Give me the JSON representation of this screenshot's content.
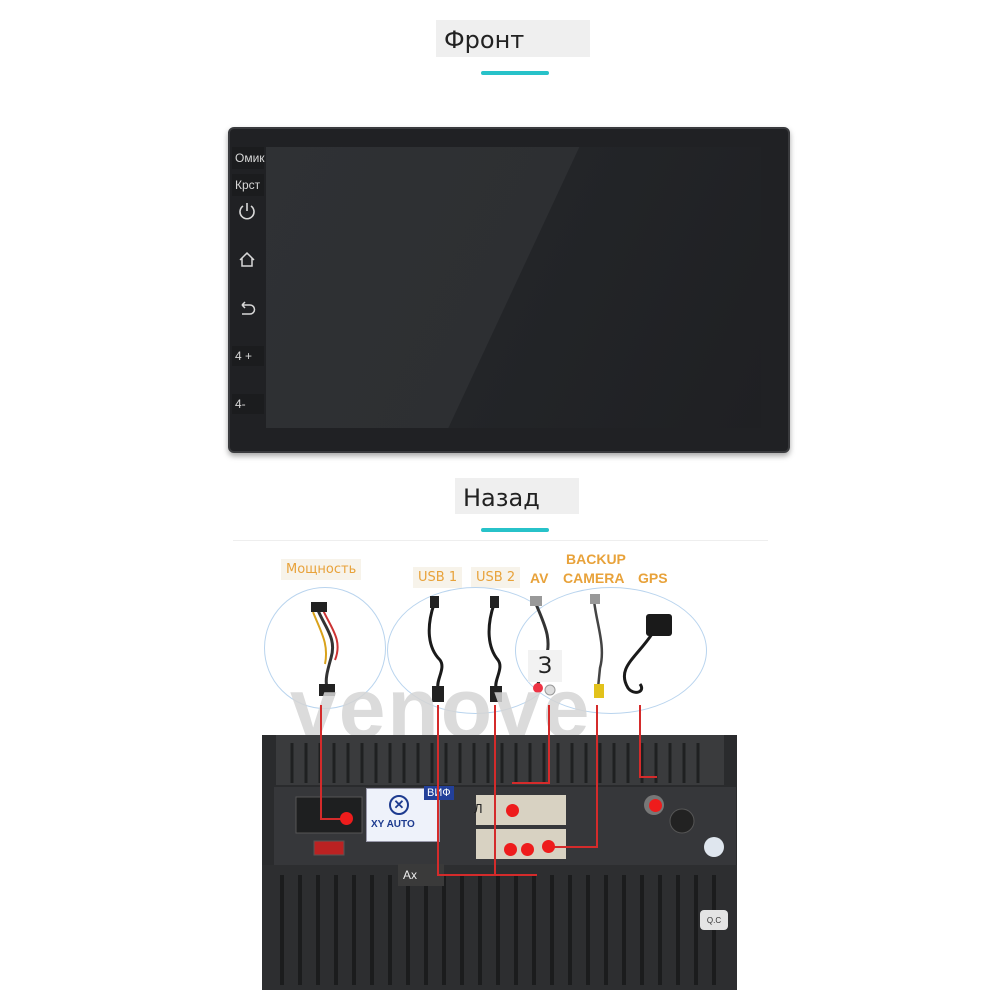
{
  "front": {
    "title": "Фронт"
  },
  "front_panel": {
    "buttons": [
      "Омик",
      "Крст"
    ],
    "icons": [
      "power-icon",
      "home-icon",
      "back-icon"
    ],
    "volume": [
      "4 +",
      "4-"
    ]
  },
  "back": {
    "title": "Назад"
  },
  "connectors": {
    "power": "Мощность",
    "usb1": "USB 1",
    "usb2": "USB 2",
    "av": "AV",
    "backup_camera_line1": "BACKUP",
    "backup_camera_line2": "CAMERA",
    "gps": "GPS",
    "av_sub": "З"
  },
  "rear_panel": {
    "sticker_brand": "XY AUTO",
    "sticker_tag": "ВИФ",
    "harness_left": "Л",
    "ax_label": "Ax",
    "qc": "Q.C",
    "watermark": "venove"
  },
  "colors": {
    "accent": "#27c2c9",
    "label_orange": "#e8a23a",
    "marker_red": "#ee1c1c",
    "circle_border": "#b9d4ee"
  }
}
